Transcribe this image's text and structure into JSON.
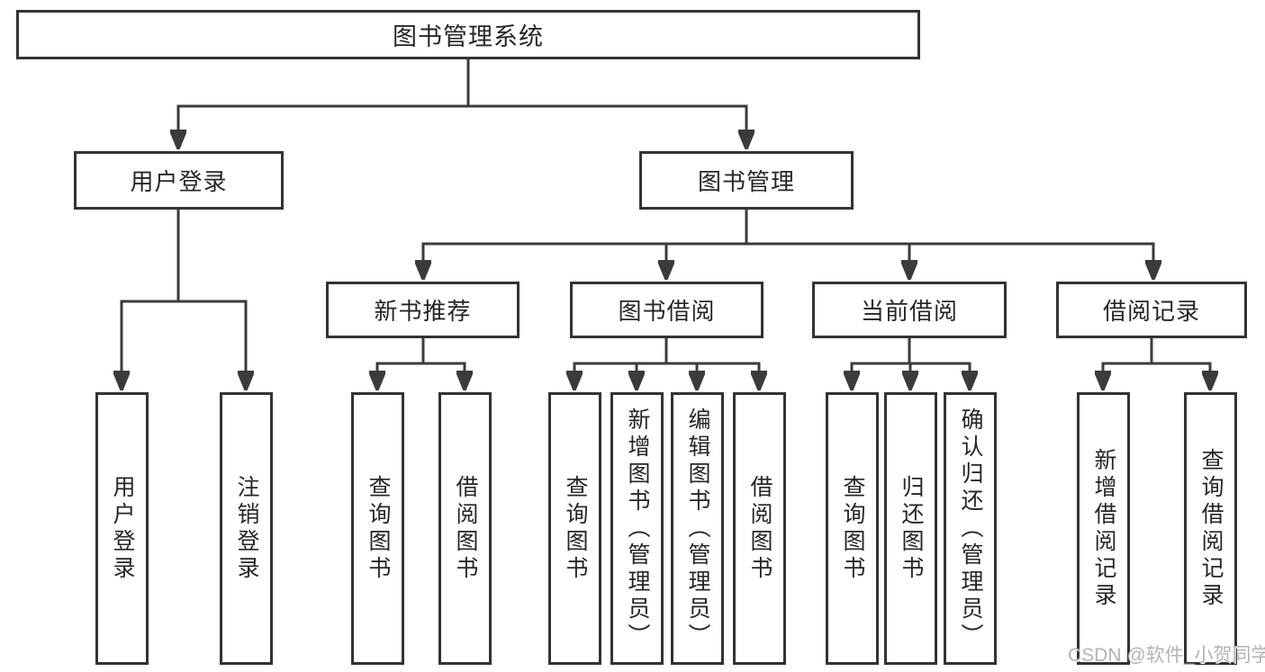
{
  "tree": {
    "root": "图书管理系统",
    "children": [
      {
        "label": "用户登录",
        "children": [
          {
            "label": "用户登录"
          },
          {
            "label": "注销登录"
          }
        ]
      },
      {
        "label": "图书管理",
        "children": [
          {
            "label": "新书推荐",
            "children": [
              {
                "label": "查询图书"
              },
              {
                "label": "借阅图书"
              }
            ]
          },
          {
            "label": "图书借阅",
            "children": [
              {
                "label": "查询图书"
              },
              {
                "label": "新增图书（管理员）"
              },
              {
                "label": "编辑图书（管理员）"
              },
              {
                "label": "借阅图书"
              }
            ]
          },
          {
            "label": "当前借阅",
            "children": [
              {
                "label": "查询图书"
              },
              {
                "label": "归还图书"
              },
              {
                "label": "确认归还（管理员）"
              }
            ]
          },
          {
            "label": "借阅记录",
            "children": [
              {
                "label": "新增借阅记录"
              },
              {
                "label": "查询借阅记录"
              }
            ]
          }
        ]
      }
    ]
  },
  "watermark": {
    "text": "CSDN @软件_小贺同学"
  },
  "colors": {
    "line": "#3b3b3b",
    "box_border": "#333333",
    "text": "#262626",
    "watermark": "#b3b3b3",
    "background": "#ffffff"
  }
}
